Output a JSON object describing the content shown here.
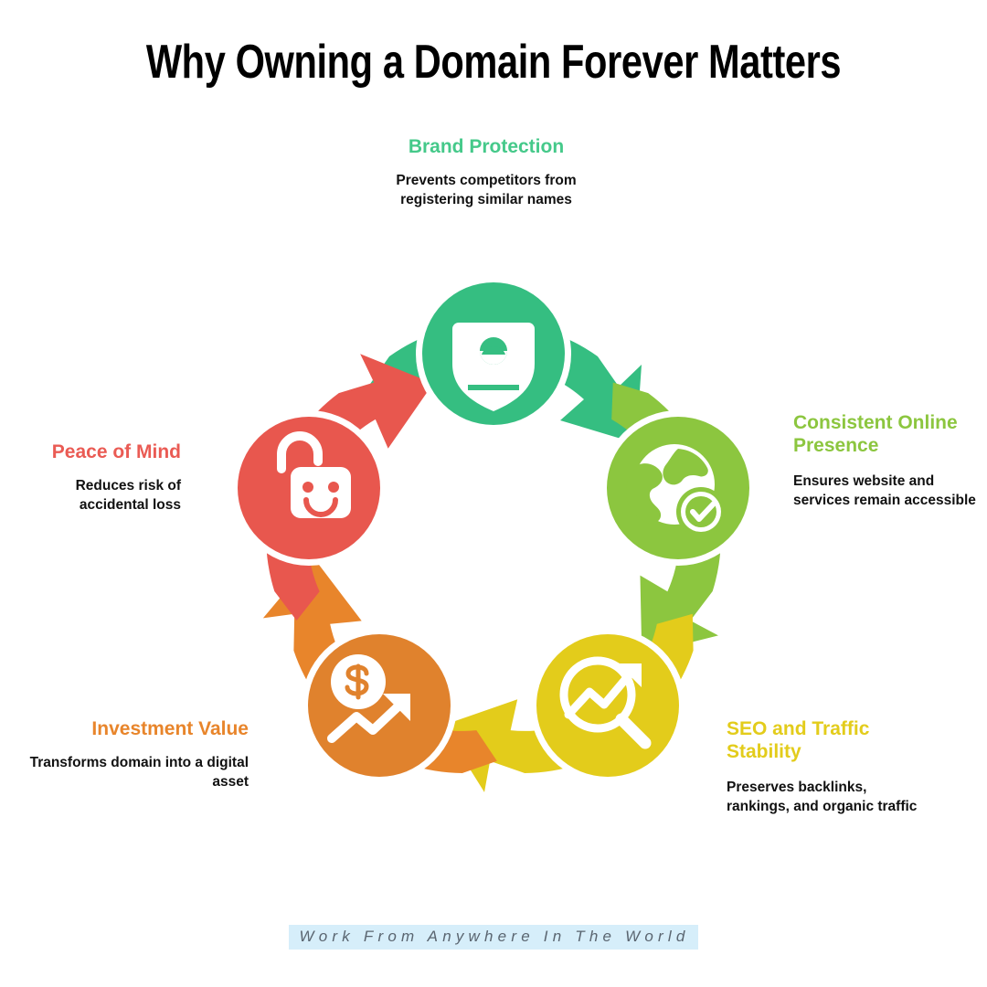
{
  "title": "Why Owning a Domain Forever Matters",
  "footer": {
    "tagline": "Work From Anywhere In The World",
    "highlight_color": "#D6EEFA",
    "text_color": "#5A6570"
  },
  "diagram": {
    "type": "cycle",
    "direction": "clockwise",
    "step_count": 5,
    "steps": [
      {
        "id": "brand-protection",
        "heading": "Brand Protection",
        "body": "Prevents competitors from registering similar names",
        "color": "#45C98A",
        "icon": "shield-person-icon",
        "position": "top",
        "align": "center"
      },
      {
        "id": "consistent-online-presence",
        "heading": "Consistent Online Presence",
        "body": "Ensures website and services remain accessible",
        "color": "#8CC63F",
        "icon": "globe-check-icon",
        "position": "top-right",
        "align": "left"
      },
      {
        "id": "seo-and-traffic-stability",
        "heading": "SEO and Traffic Stability",
        "body": "Preserves backlinks, rankings, and organic traffic",
        "color": "#E3CC1B",
        "icon": "magnifier-trend-icon",
        "position": "bottom-right",
        "align": "left"
      },
      {
        "id": "investment-value",
        "heading": "Investment Value",
        "body": "Transforms domain into a digital asset",
        "color": "#E8852B",
        "icon": "dollar-coin-growth-icon",
        "position": "bottom-left",
        "align": "right"
      },
      {
        "id": "peace-of-mind",
        "heading": "Peace of Mind",
        "body": "Reduces risk of accidental loss",
        "color": "#EA5B54",
        "icon": "open-padlock-smile-icon",
        "position": "top-left",
        "align": "right"
      }
    ]
  }
}
